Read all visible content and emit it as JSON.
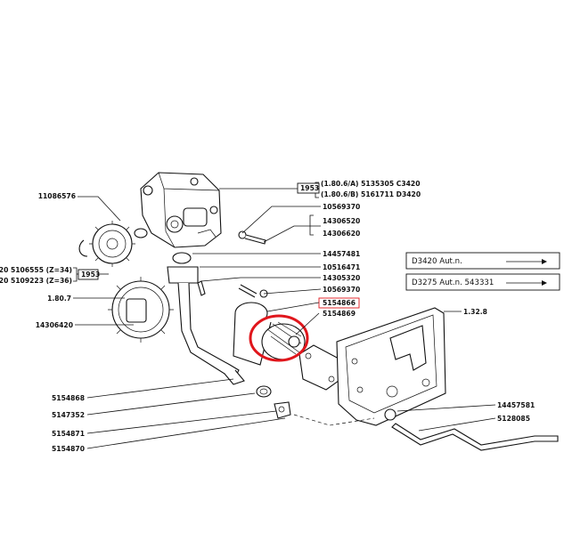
{
  "labels": {
    "l_11086576": "11086576",
    "l_z34": "20 5106555 (Z=34)",
    "l_z36": "20 5109223 (Z=36)",
    "l_1953a": "1953",
    "l_1807": "1.80.7",
    "l_14306420": "14306420",
    "l_1953b": "1953",
    "l_pump_a": "(1.80.6/A) 5135305 C3420",
    "l_pump_b": "(1.80.6/B) 5161711 D3420",
    "l_10569370a": "10569370",
    "l_14306520": "14306520",
    "l_14306620": "14306620",
    "l_14457481": "14457481",
    "l_10516471": "10516471",
    "l_14305320": "14305320",
    "l_10569370b": "10569370",
    "l_5154866": "5154866",
    "l_5154869": "5154869",
    "l_1328": "1.32.8",
    "l_5154868": "5154868",
    "l_5147352": "5147352",
    "l_5154871": "5154871",
    "l_5154870": "5154870",
    "l_14457581": "14457581",
    "l_5128085": "5128085"
  },
  "references": [
    {
      "text": "D3420 Aut.n."
    },
    {
      "text": "D3275 Aut.n. 543331"
    }
  ],
  "colors": {
    "highlight": "#e0161c",
    "ink": "#111111"
  }
}
